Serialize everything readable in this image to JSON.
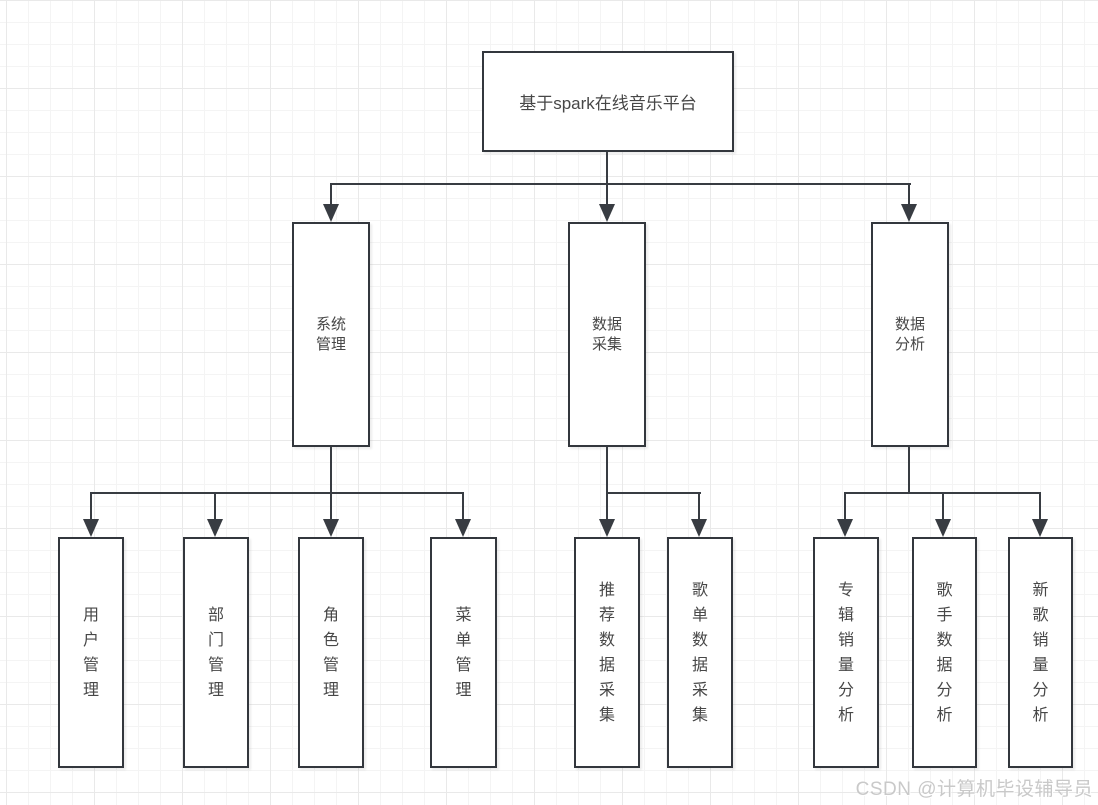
{
  "diagram": {
    "root": {
      "label": "基于spark在线音乐平台"
    },
    "branches": [
      {
        "label": "系统管理",
        "children": [
          {
            "label": "用户管理"
          },
          {
            "label": "部门管理"
          },
          {
            "label": "角色管理"
          },
          {
            "label": "菜单管理"
          }
        ]
      },
      {
        "label": "数据采集",
        "children": [
          {
            "label": "推荐数据采集"
          },
          {
            "label": "歌单数据采集"
          }
        ]
      },
      {
        "label": "数据分析",
        "children": [
          {
            "label": "专辑销量分析"
          },
          {
            "label": "歌手数据分析"
          },
          {
            "label": "新歌销量分析"
          }
        ]
      }
    ]
  },
  "watermark": {
    "text": "CSDN @计算机毕设辅导员"
  },
  "colors": {
    "stroke": "#33373d",
    "connector": "#383c42",
    "text": "#474747",
    "box_fill": "#ffffff",
    "background": "#ffffff",
    "grid_minor": "#f4f4f4",
    "grid_major": "#e9e9e9",
    "watermark": "#c9c9c9"
  }
}
